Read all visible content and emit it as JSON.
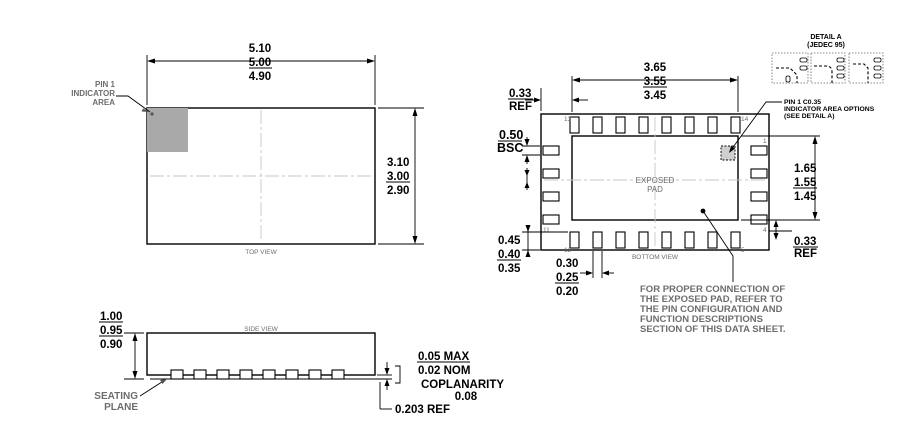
{
  "top_view": {
    "pin1_label": [
      "PIN 1",
      "INDICATOR",
      "AREA"
    ],
    "width_dims": [
      "5.10",
      "5.00",
      "4.90"
    ],
    "height_dims": [
      "3.10",
      "3.00",
      "2.90"
    ],
    "view_label": "TOP VIEW"
  },
  "bottom_view": {
    "pad_dims": [
      "3.65",
      "3.55",
      "3.45"
    ],
    "ref_left": "0.33",
    "ref_left_unit": "REF",
    "pitch": "0.50",
    "pitch_unit": "BSC",
    "ep_height_dims": [
      "1.65",
      "1.55",
      "1.45"
    ],
    "ref_right": "0.33",
    "ref_right_unit": "REF",
    "lead_length_dims": [
      "0.45",
      "0.40",
      "0.35"
    ],
    "lead_width_dims": [
      "0.30",
      "0.25",
      "0.20"
    ],
    "exposed_pad_label": [
      "EXPOSED",
      "PAD"
    ],
    "view_label": "BOTTOM VIEW",
    "pin_numbers": {
      "p13": "13",
      "p14": "14",
      "p11": "11",
      "p12": "12",
      "p4": "4",
      "p5": "5",
      "p1": "1"
    },
    "pin1_options": [
      "PIN 1 C0.35",
      "INDICATOR AREA OPTIONS",
      "(SEE DETAIL A)"
    ],
    "detail_title": [
      "DETAIL A",
      "(JEDEC 95)"
    ],
    "connection_note": [
      "FOR PROPER CONNECTION OF",
      "THE EXPOSED PAD, REFER TO",
      "THE PIN CONFIGURATION AND",
      "FUNCTION DESCRIPTIONS",
      "SECTION OF THIS DATA SHEET."
    ]
  },
  "side_view": {
    "view_label": "SIDE VIEW",
    "height_dims": [
      "1.00",
      "0.95",
      "0.90"
    ],
    "standoff_max": "0.05 MAX",
    "standoff_nom": "0.02 NOM",
    "coplanarity_label": "COPLANARITY",
    "coplanarity_value": "0.08",
    "lead_thickness": "0.203 REF",
    "seating_plane": [
      "SEATING",
      "PLANE"
    ]
  }
}
